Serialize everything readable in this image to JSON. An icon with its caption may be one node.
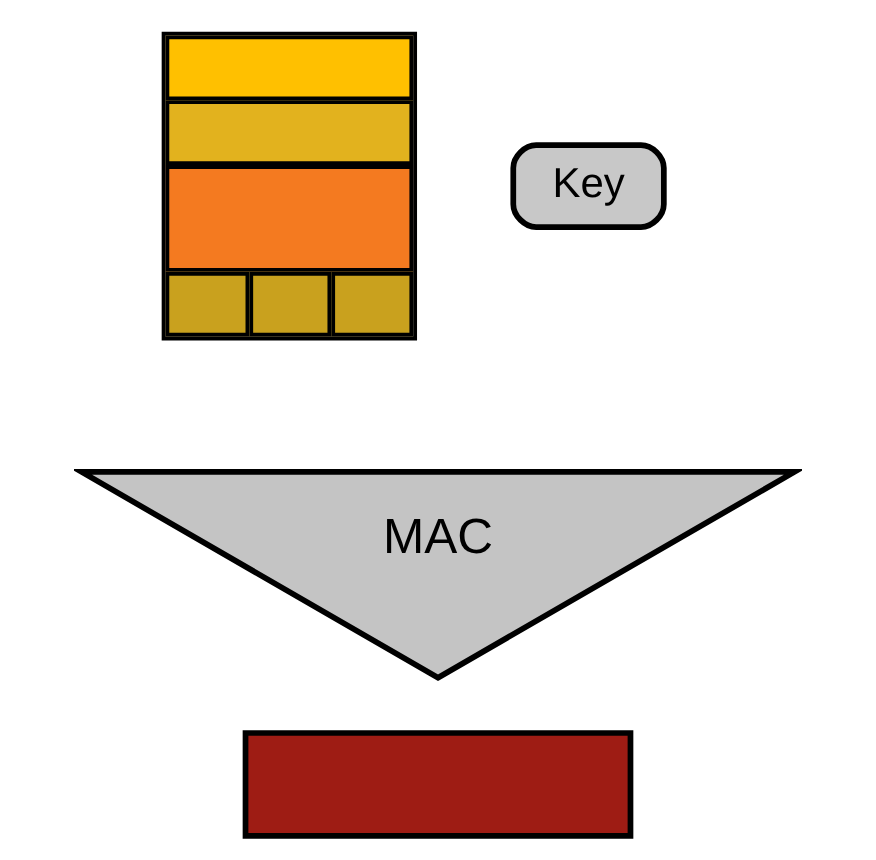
{
  "diagram": {
    "nodes": [
      {
        "text": [],
        "shape": "box"
      },
      {
        "text": [
          "Key"
        ]
      },
      {
        "text": [
          "MAC"
        ]
      },
      {
        "text": [],
        "shape": "bar"
      }
    ]
  }
}
